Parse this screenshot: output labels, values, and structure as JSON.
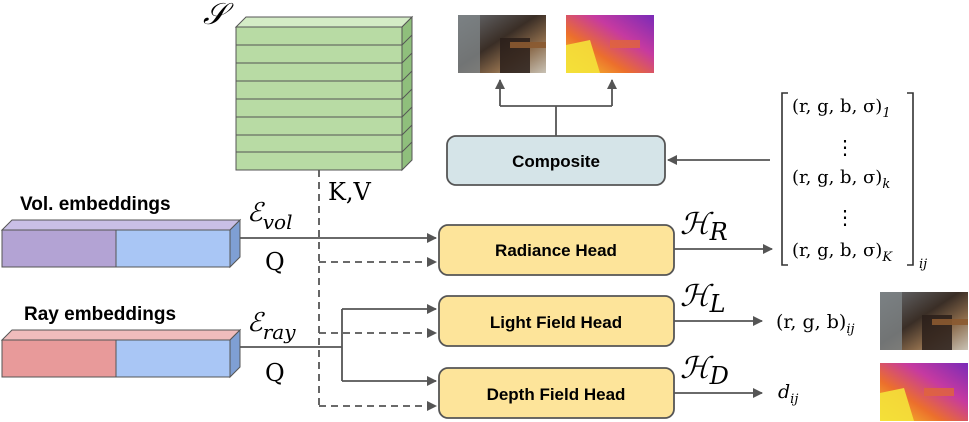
{
  "colors": {
    "stack_fill": "#b8dba4",
    "stack_side": "#8fbf7c",
    "stack_top": "#d4ecc6",
    "vol_left": "#b3a3d4",
    "emb_right": "#a9c6f5",
    "ray_left": "#e89a9a",
    "head_fill": "#fde49a",
    "composite_fill": "#d5e4e8",
    "line": "#555555"
  },
  "stack": {
    "symbol": "𝒮",
    "kv_label": "K,V"
  },
  "embeddings": {
    "vol": {
      "title": "Vol. embeddings",
      "symbol": "ℰ",
      "subscript": "vol",
      "query": "Q"
    },
    "ray": {
      "title": "Ray embeddings",
      "symbol": "ℰ",
      "subscript": "ray",
      "query": "Q"
    }
  },
  "heads": {
    "radiance": {
      "label": "Radiance Head",
      "symbol": "ℋ",
      "subscript": "R"
    },
    "light": {
      "label": "Light Field Head",
      "symbol": "ℋ",
      "subscript": "L"
    },
    "depth": {
      "label": "Depth Field Head",
      "symbol": "ℋ",
      "subscript": "D"
    }
  },
  "composite": {
    "label": "Composite"
  },
  "matrix": {
    "row1": "(r, g, b, σ)",
    "row1_sub": "1",
    "dots": "⋮",
    "rowk": "(r, g, b, σ)",
    "rowk_sub": "k",
    "rowK": "(r, g, b, σ)",
    "rowK_sub": "K",
    "outer_sub": "ij"
  },
  "outputs": {
    "light": "(r, g, b)",
    "light_sub": "ij",
    "depth": "d",
    "depth_sub": "ij"
  },
  "images": [
    "rgb-render-thumbnail",
    "depth-render-thumbnail"
  ]
}
